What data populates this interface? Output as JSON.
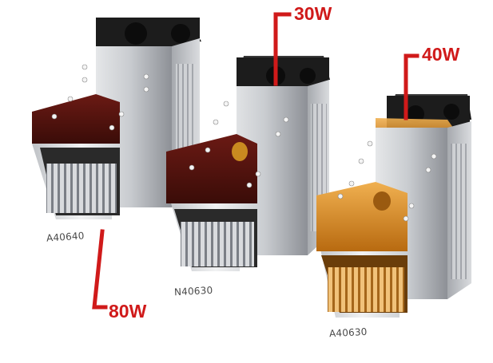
{
  "products": [
    {
      "model": "A40640",
      "power": "80W",
      "window_tint": "dark-red"
    },
    {
      "model": "N40630",
      "power": "30W",
      "window_tint": "dark-red"
    },
    {
      "model": "A40630",
      "power": "40W",
      "window_tint": "amber"
    }
  ],
  "colors": {
    "power_label": "#d01a1a",
    "pointer_line": "#d01a1a",
    "model_label": "#4a4a4a",
    "aluminum_light": "#e6e7e9",
    "aluminum_dark": "#8d9096",
    "fan": "#1a1a1a",
    "window_red": "#5a1410",
    "window_amber": "#d88a20"
  }
}
